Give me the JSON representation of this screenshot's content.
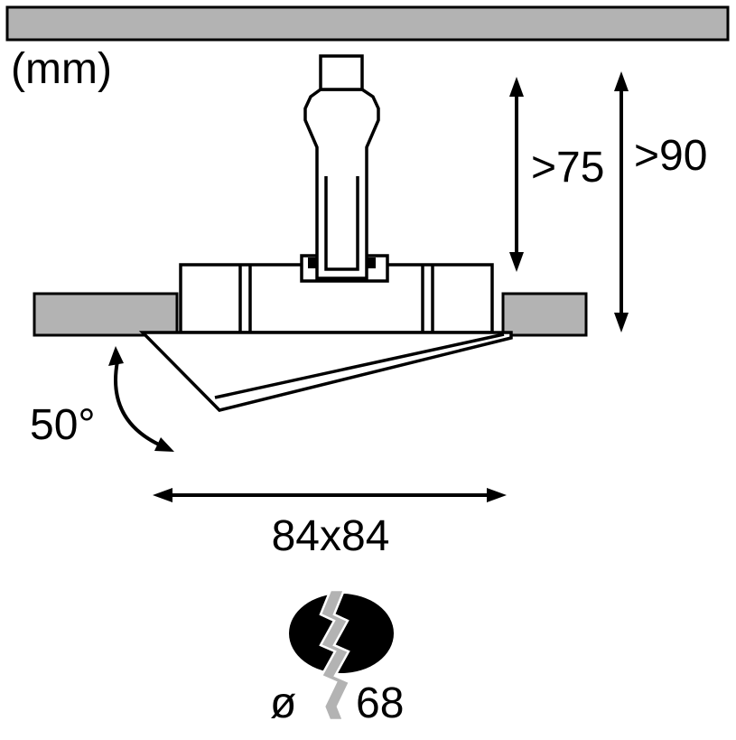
{
  "unit_label": "(mm)",
  "dims": {
    "height_min": ">75",
    "depth_min": ">90",
    "tilt": "50°",
    "face": "84x84",
    "diameter_symbol": "ø",
    "diameter_value": "68"
  },
  "colors": {
    "gray": "#b3b3b3",
    "black": "#000000",
    "white": "#ffffff"
  }
}
